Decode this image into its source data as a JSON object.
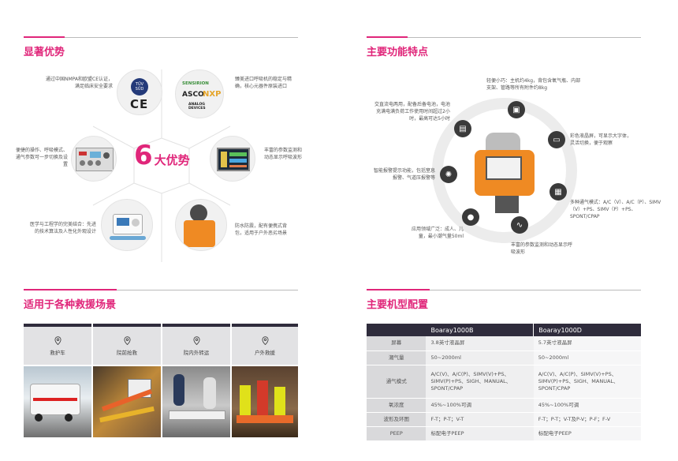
{
  "sections": {
    "advantages": "显著优势",
    "features": "主要功能特点",
    "scenes": "适用于各种救援场景",
    "models": "主要机型配置"
  },
  "advantages": {
    "center_number": "6",
    "center_text": "大优势",
    "items": [
      "通过中国NMPA和欧盟CE认证，满足临床安全要求",
      "臻美进口呼吸机的稳定与精确，核心元器件原装进口",
      "便捷的操作、呼吸模式、通气参数可一步切换及设置",
      "丰富的参数监测和动态显示呼吸波形",
      "医学与工程学的完美结合：先进的技术算法及人性化外观设计",
      "防水防震，配有便携式背包，适用于户外恶劣场景"
    ],
    "logos": {
      "tuv": "TÜV",
      "sud": "SÜD",
      "ce": "CE",
      "sensirion": "SENSIRION",
      "asco": "ASCO",
      "nxp": "NXP",
      "analog": "ANALOG DEVICES"
    }
  },
  "features": {
    "items": [
      "轻便小巧：主机约4kg，背包含氧气瓶、内部支架、管路等所有附件约8kg",
      "交直流电两用，配备后备电池，电池充满电满负荷工作使用时间超过2小时，最高可达5小时",
      "彩色液晶屏，可显示大字体，灵活切换，便于观察",
      "智能报警提示功能，包括窒息报警、气道压报警等",
      "多种通气模式：A/C（V）、A/C（P）、SIMV（V）+PS、SIMV（P）+PS、SPONT/CPAP",
      "应用领域广泛：成人、儿童，最小潮气量50ml",
      "丰富的参数监测和动态显示呼吸波形"
    ]
  },
  "scenes": [
    {
      "label": "救护车"
    },
    {
      "label": "院前抢救"
    },
    {
      "label": "院内外转运"
    },
    {
      "label": "户外救援"
    }
  ],
  "models": {
    "headers": [
      "",
      "Boaray1000B",
      "Boaray1000D"
    ],
    "rows": [
      {
        "label": "屏幕",
        "b": "3.8英寸液晶屏",
        "d": "5.7英寸液晶屏"
      },
      {
        "label": "潮气量",
        "b": "50~2000ml",
        "d": "50~2000ml"
      },
      {
        "label": "通气模式",
        "b": "A/C(V)、A/C(P)、SIMV(V)+PS、SIMV(P)+PS、SIGH、MANUAL、SPONT/CPAP",
        "d": "A/C(V)、A/C(P)、SIMV(V)+PS、SIMV(P)+PS、SIGH、MANUAL、SPONT/CPAP"
      },
      {
        "label": "氧浓度",
        "b": "45%~100%可调",
        "d": "45%~100%可调"
      },
      {
        "label": "波形及环图",
        "b": "F-T；P-T；V-T",
        "d": "F-T；P-T；V-T及P-V；P-F；F-V"
      },
      {
        "label": "PEEP",
        "b": "标配电子PEEP",
        "d": "标配电子PEEP"
      }
    ]
  },
  "colors": {
    "accent": "#e0267a",
    "dark": "#2f2c3c",
    "orange": "#f08a1e"
  }
}
